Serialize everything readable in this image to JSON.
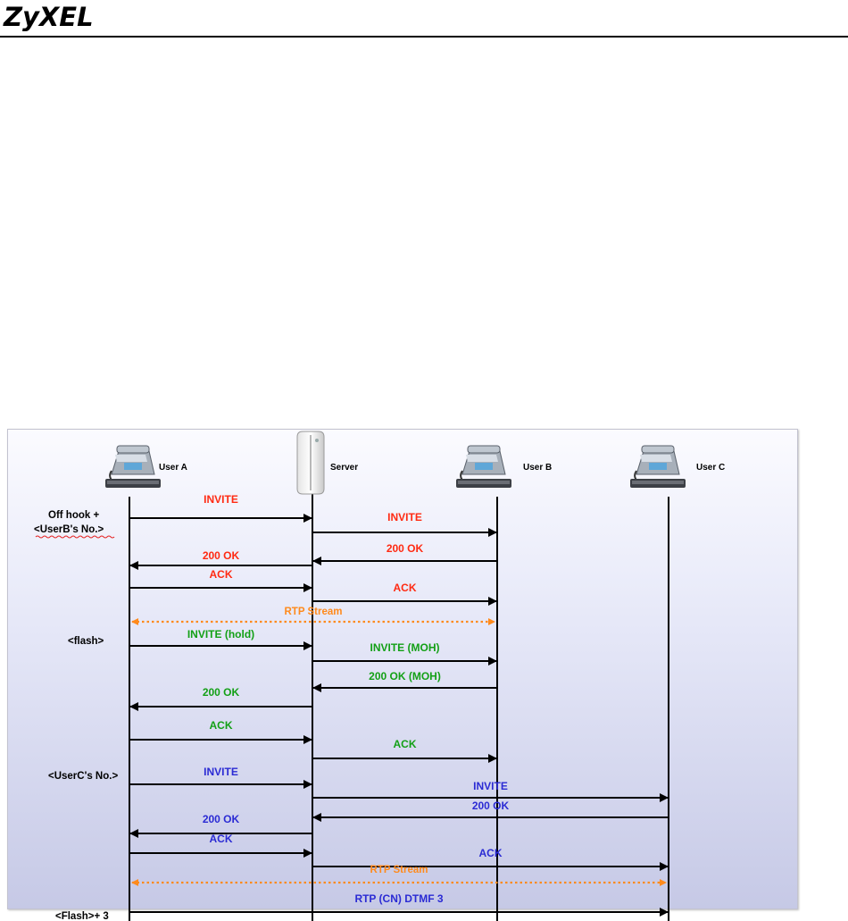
{
  "header": {
    "logo": "ZyXEL"
  },
  "diagram": {
    "entities": [
      {
        "id": "A",
        "label": "User A",
        "icon": "phone-icon"
      },
      {
        "id": "S",
        "label": "Server",
        "icon": "server-icon"
      },
      {
        "id": "B",
        "label": "User B",
        "icon": "phone-icon"
      },
      {
        "id": "C",
        "label": "User C",
        "icon": "phone-icon"
      }
    ],
    "side_labels": [
      "Off hook +",
      "<UserB's No.>",
      "<flash>",
      "<UserC's No.>",
      "<Flash>+ 3"
    ],
    "colors": {
      "red": "#ff2a12",
      "green": "#13a016",
      "blue": "#2b2bd4",
      "orange": "#ff8a1c",
      "line": "#000000"
    },
    "messages": [
      {
        "from": "A",
        "to": "S",
        "label": "INVITE",
        "color": "red"
      },
      {
        "from": "S",
        "to": "B",
        "label": "INVITE",
        "color": "red"
      },
      {
        "from": "B",
        "to": "S",
        "label": "200 OK",
        "color": "red"
      },
      {
        "from": "S",
        "to": "A",
        "label": "200 OK",
        "color": "red"
      },
      {
        "from": "A",
        "to": "S",
        "label": "ACK",
        "color": "red"
      },
      {
        "from": "S",
        "to": "B",
        "label": "ACK",
        "color": "red"
      },
      {
        "from": "A",
        "to": "B",
        "label": "RTP Stream",
        "color": "orange",
        "style": "dotted-bidirectional"
      },
      {
        "from": "A",
        "to": "S",
        "label": "INVITE (hold)",
        "color": "green"
      },
      {
        "from": "S",
        "to": "B",
        "label": "INVITE (MOH)",
        "color": "green"
      },
      {
        "from": "B",
        "to": "S",
        "label": "200 OK (MOH)",
        "color": "green"
      },
      {
        "from": "S",
        "to": "A",
        "label": "200 OK",
        "color": "green"
      },
      {
        "from": "A",
        "to": "S",
        "label": "ACK",
        "color": "green"
      },
      {
        "from": "S",
        "to": "B",
        "label": "ACK",
        "color": "green"
      },
      {
        "from": "A",
        "to": "S",
        "label": "INVITE",
        "color": "blue"
      },
      {
        "from": "S",
        "to": "C",
        "label": "INVITE",
        "color": "blue"
      },
      {
        "from": "C",
        "to": "S",
        "label": "200 OK",
        "color": "blue"
      },
      {
        "from": "S",
        "to": "A",
        "label": "200 OK",
        "color": "blue"
      },
      {
        "from": "A",
        "to": "S",
        "label": "ACK",
        "color": "blue"
      },
      {
        "from": "S",
        "to": "C",
        "label": "ACK",
        "color": "blue"
      },
      {
        "from": "A",
        "to": "C",
        "label": "RTP Stream",
        "color": "orange",
        "style": "dotted-bidirectional"
      },
      {
        "from": "A",
        "to": "C",
        "label": "RTP (CN) DTMF 3",
        "color": "blue"
      }
    ]
  }
}
